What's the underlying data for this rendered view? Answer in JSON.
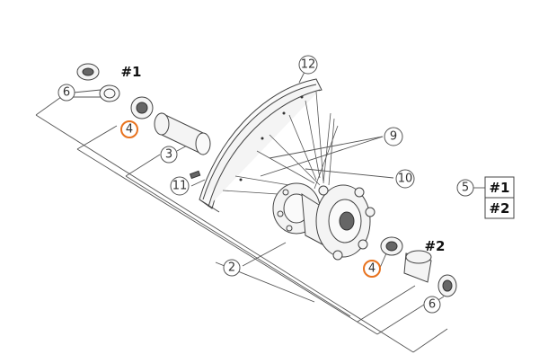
{
  "callouts": {
    "c6_top": "6",
    "c4_top": "4",
    "c3": "3",
    "c11": "11",
    "c12": "12",
    "c9": "9",
    "c10": "10",
    "c2": "2",
    "c4_bottom": "4",
    "c6_bottom": "6",
    "c5": "5"
  },
  "group_labels": {
    "top": "#1",
    "bottom": "#2"
  },
  "legend": {
    "row1": "#1",
    "row2": "#2"
  },
  "colors": {
    "highlight": "#e8731f",
    "line": "#555555",
    "part_fill": "#f4f4f4"
  }
}
